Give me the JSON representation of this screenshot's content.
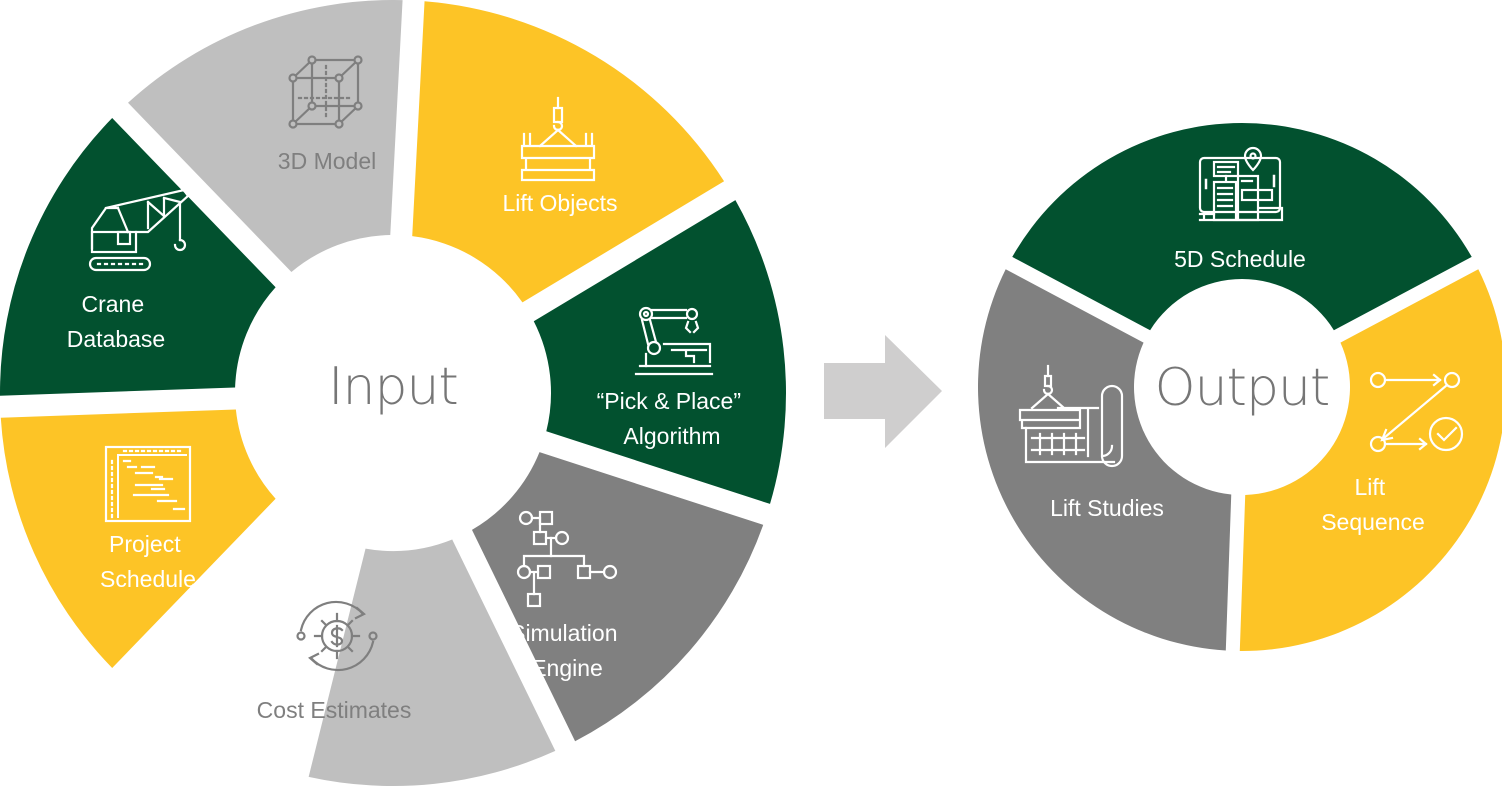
{
  "colors": {
    "green": "#02512F",
    "yellow": "#FDC426",
    "light_gray": "#BFBFBF",
    "dark_gray": "#808080",
    "arrow_gray": "#CFCECE",
    "hub_text": "#767676",
    "light_text": "#7F7F7F",
    "white_text": "#FFFFFF"
  },
  "input_wheel": {
    "hub_label": "Input",
    "segments": [
      {
        "id": "crane-database",
        "lines": [
          "Crane",
          "Database"
        ],
        "icon": "crawler-crane-icon",
        "color": "green"
      },
      {
        "id": "3d-model",
        "lines": [
          "3D Model"
        ],
        "icon": "wireframe-cube-icon",
        "color": "light_gray"
      },
      {
        "id": "lift-objects",
        "lines": [
          "Lift Objects"
        ],
        "icon": "hook-load-icon",
        "color": "yellow"
      },
      {
        "id": "pick-place-algorithm",
        "lines": [
          "“Pick & Place”",
          "Algorithm"
        ],
        "icon": "robot-arm-icon",
        "color": "green"
      },
      {
        "id": "simulation-engine",
        "lines": [
          "Simulation",
          "Engine"
        ],
        "icon": "node-tree-icon",
        "color": "dark_gray"
      },
      {
        "id": "cost-estimates",
        "lines": [
          "Cost Estimates"
        ],
        "icon": "dollar-gear-cycle-icon",
        "color": "light_gray"
      },
      {
        "id": "project-schedule",
        "lines": [
          "Project",
          "Schedule"
        ],
        "icon": "gantt-chart-icon",
        "color": "yellow"
      }
    ]
  },
  "flow_arrow": {
    "icon": "right-arrow-icon"
  },
  "output_wheel": {
    "hub_label": "Output",
    "segments": [
      {
        "id": "5d-schedule",
        "lines": [
          "5D Schedule"
        ],
        "icon": "city-map-screen-icon",
        "color": "green"
      },
      {
        "id": "lift-sequence",
        "lines": [
          "Lift",
          "Sequence"
        ],
        "icon": "path-sequence-check-icon",
        "color": "yellow"
      },
      {
        "id": "lift-studies",
        "lines": [
          "Lift Studies"
        ],
        "icon": "lift-blueprint-icon",
        "color": "dark_gray"
      }
    ]
  }
}
